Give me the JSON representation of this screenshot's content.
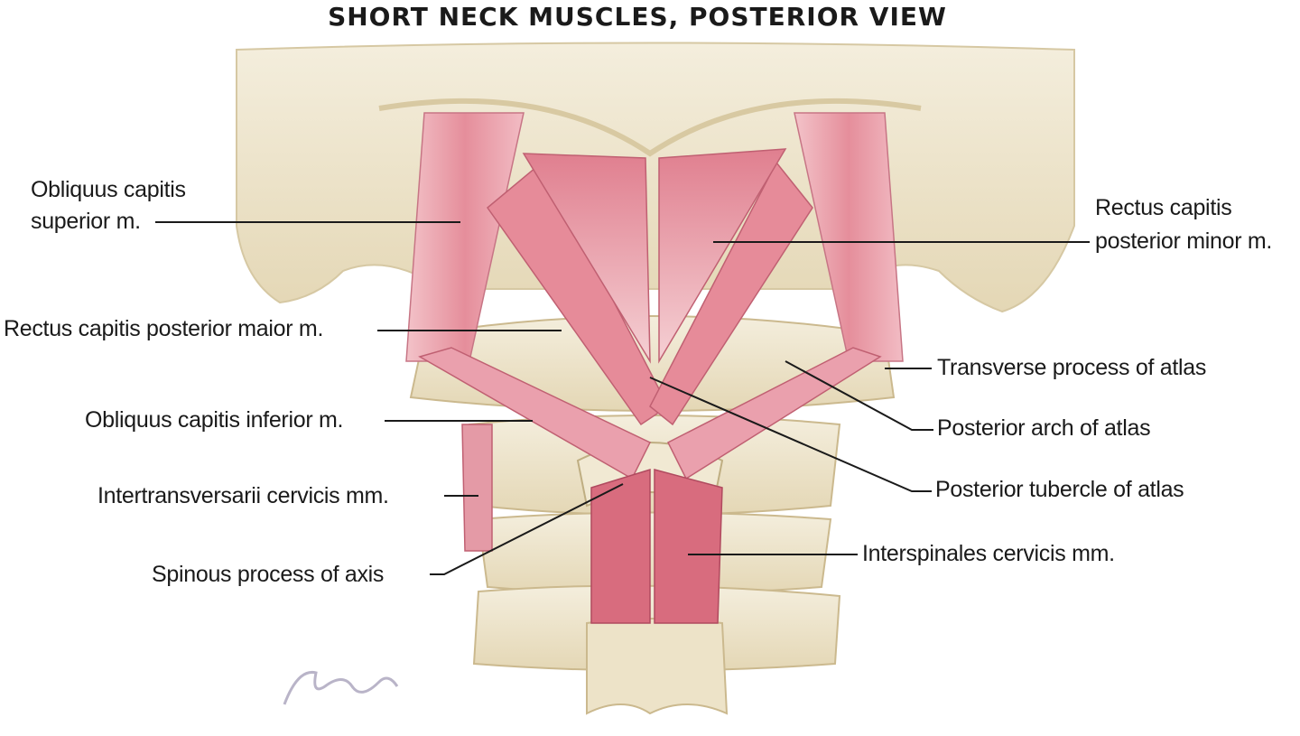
{
  "title": "SHORT NECK MUSCLES, POSTERIOR VIEW",
  "labels": {
    "obliquus_superior_line1": "Obliquus capitis",
    "obliquus_superior_line2": "superior m.",
    "rectus_major": "Rectus capitis posterior maior m.",
    "obliquus_inferior": "Obliquus capitis inferior m.",
    "intertransversarii": "Intertransversarii cervicis mm.",
    "spinous_process": "Spinous process of axis",
    "rectus_minor_line1": "Rectus capitis",
    "rectus_minor_line2": "posterior minor m.",
    "transverse_process": "Transverse process of atlas",
    "posterior_arch": "Posterior arch of atlas",
    "posterior_tubercle": "Posterior tubercle of atlas",
    "interspinales": "Interspinales cervicis mm."
  },
  "colors": {
    "bone": "#efe6cf",
    "bone_shadow": "#d9cba6",
    "muscle": "#e79aa6",
    "muscle_dark": "#c8566a",
    "leader_line": "#1a1a1a"
  }
}
